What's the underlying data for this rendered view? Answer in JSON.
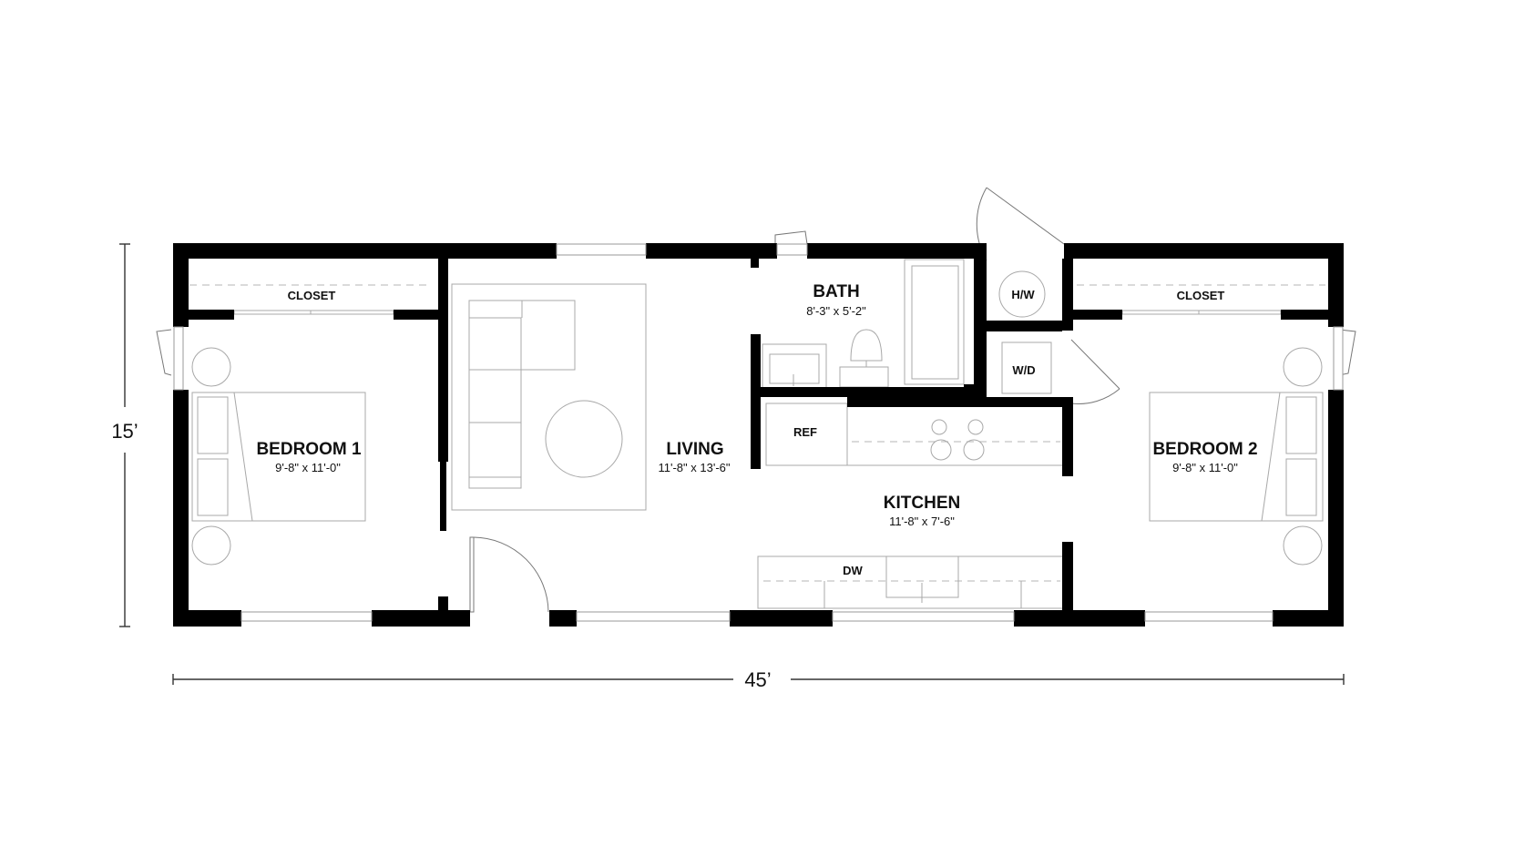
{
  "plan": {
    "overall": {
      "width": "45’",
      "depth": "15’"
    },
    "rooms": [
      {
        "id": "bedroom-1",
        "name": "BEDROOM 1",
        "size": "9'-8\" x 11'-0\""
      },
      {
        "id": "living",
        "name": "LIVING",
        "size": "11'-8\" x 13'-6\""
      },
      {
        "id": "bath",
        "name": "BATH",
        "size": "8'-3\" x 5'-2\""
      },
      {
        "id": "kitchen",
        "name": "KITCHEN",
        "size": "11'-8\" x 7'-6\""
      },
      {
        "id": "bedroom-2",
        "name": "BEDROOM 2",
        "size": "9'-8\" x 11'-0\""
      }
    ],
    "labels": {
      "closet_left": "CLOSET",
      "closet_right": "CLOSET",
      "water_heater": "H/W",
      "washer_dryer": "W/D",
      "refrigerator": "REF",
      "dishwasher": "DW"
    },
    "colors": {
      "wall": "#000000",
      "fixture": "#a8a8a8",
      "text": "#111111"
    }
  }
}
